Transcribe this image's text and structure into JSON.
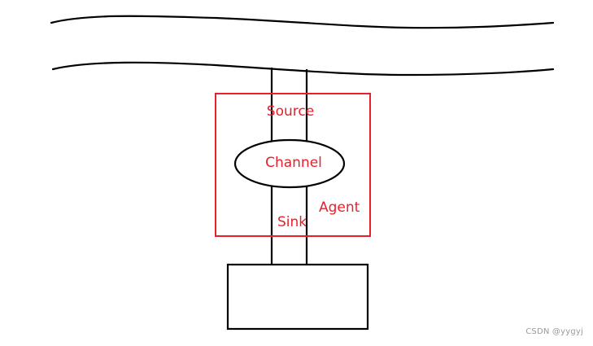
{
  "labels": {
    "source": "Source",
    "channel": "Channel",
    "agent": "Agent",
    "sink": "Sink"
  },
  "watermark": "CSDN @yygyj",
  "colors": {
    "red": "#e8202a",
    "black": "#000000"
  }
}
